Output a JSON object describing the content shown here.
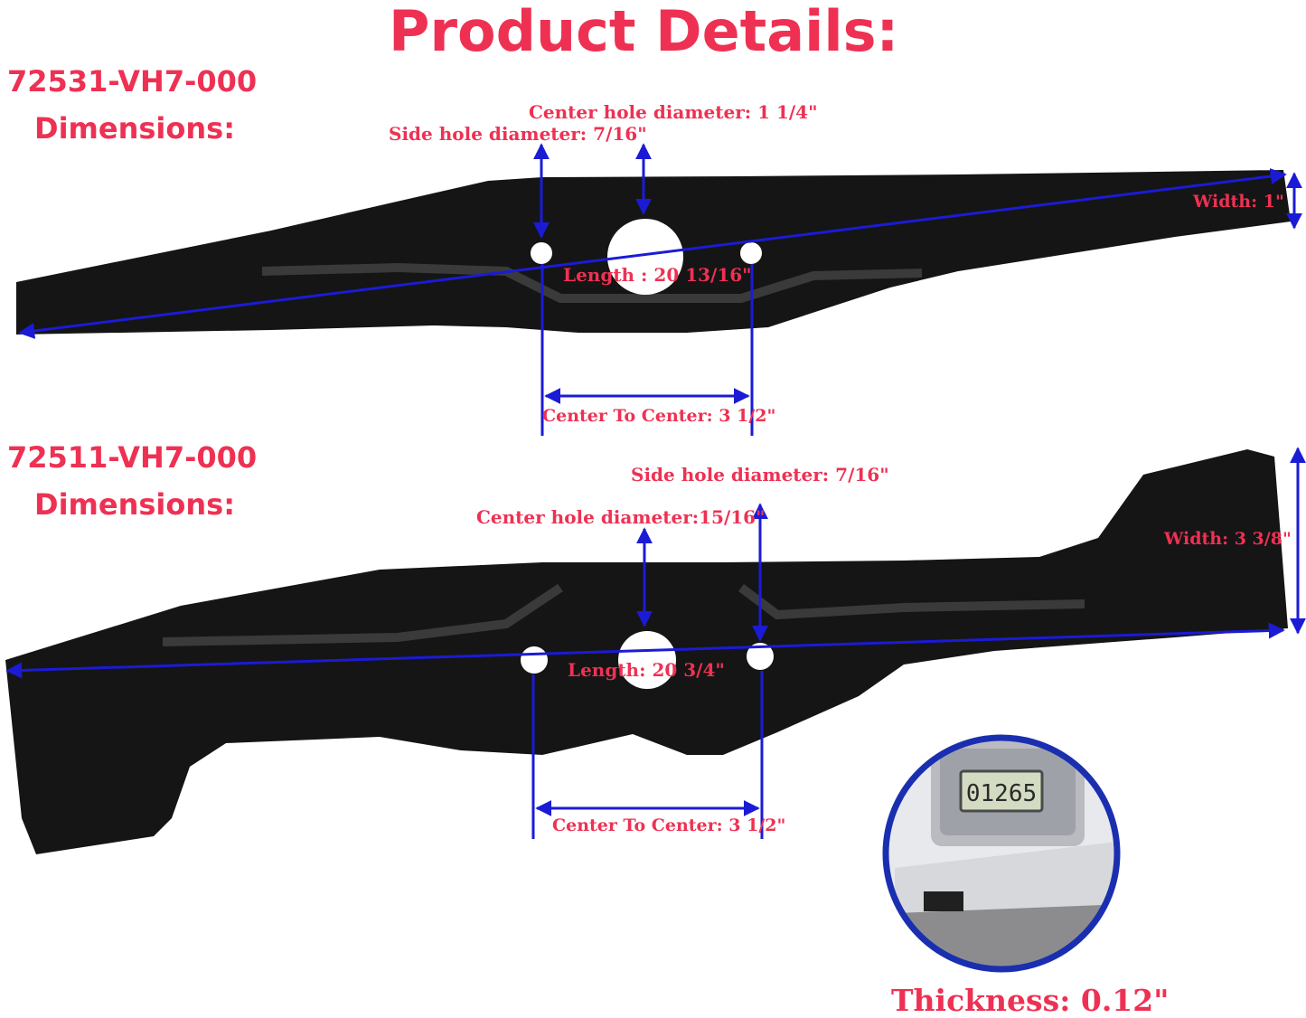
{
  "title": "Product Details:",
  "blade1": {
    "code": "72531-VH7-000",
    "heading": "Dimensions:",
    "center_hole": "Center hole diameter: 1 1/4\"",
    "side_hole": "Side hole diameter: 7/16\"",
    "width": "Width: 1\"",
    "length": "Length : 20 13/16\"",
    "center_to_center": "Center To Center: 3 1/2\""
  },
  "blade2": {
    "code": "72511-VH7-000",
    "heading": "Dimensions:",
    "side_hole": "Side hole diameter: 7/16\"",
    "center_hole": "Center hole diameter:15/16\"",
    "width": "Width: 3 3/8\"",
    "length": "Length: 20 3/4\"",
    "center_to_center": "Center To Center: 3 1/2\""
  },
  "caliper": {
    "reading": "01265"
  },
  "thickness": "Thickness: 0.12\"",
  "colors": {
    "label": "#ee3153",
    "arrow": "#1b1bd6",
    "blade": "#151515",
    "ring": "#1a2fb0"
  }
}
